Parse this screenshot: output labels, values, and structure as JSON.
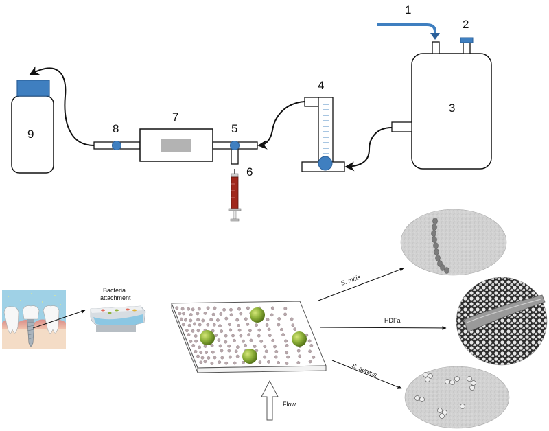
{
  "diagram": {
    "labels": {
      "n1": "1",
      "n2": "2",
      "n3": "3",
      "n4": "4",
      "n5": "5",
      "n6": "6",
      "n7": "7",
      "n8": "8",
      "n9": "9"
    },
    "lower": {
      "bacteria_line1": "Bacteria",
      "bacteria_line2": "attachment",
      "flow": "Flow",
      "branch_top": "S. mitis",
      "branch_mid": "HDFa",
      "branch_bottom": "S. aureus"
    },
    "colors": {
      "blue": "#3f7fc0",
      "blue_dark": "#2a5f99",
      "sphere_green": "#8fb23a",
      "particle": "#b8a8ac",
      "syringe_red": "#a0281c"
    }
  }
}
